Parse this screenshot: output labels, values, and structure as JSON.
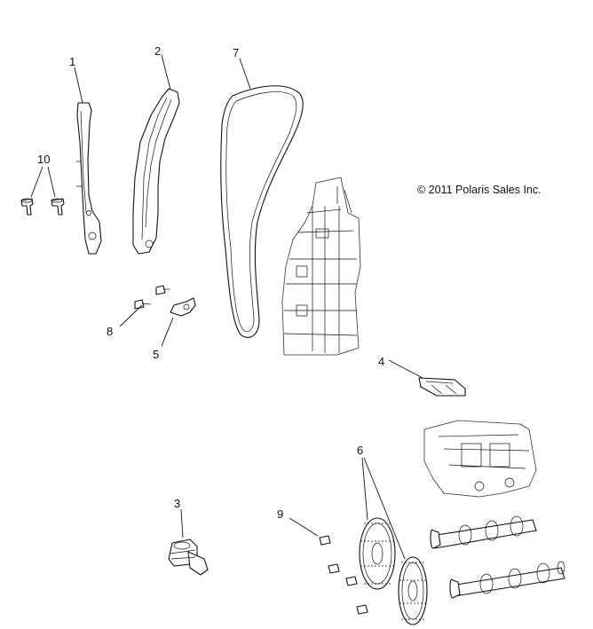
{
  "copyright": "© 2011 Polaris Sales Inc.",
  "callouts": {
    "c1": "1",
    "c2": "2",
    "c3": "3",
    "c4": "4",
    "c5": "5",
    "c6": "6",
    "c7": "7",
    "c8": "8",
    "c9": "9",
    "c10": "10"
  }
}
